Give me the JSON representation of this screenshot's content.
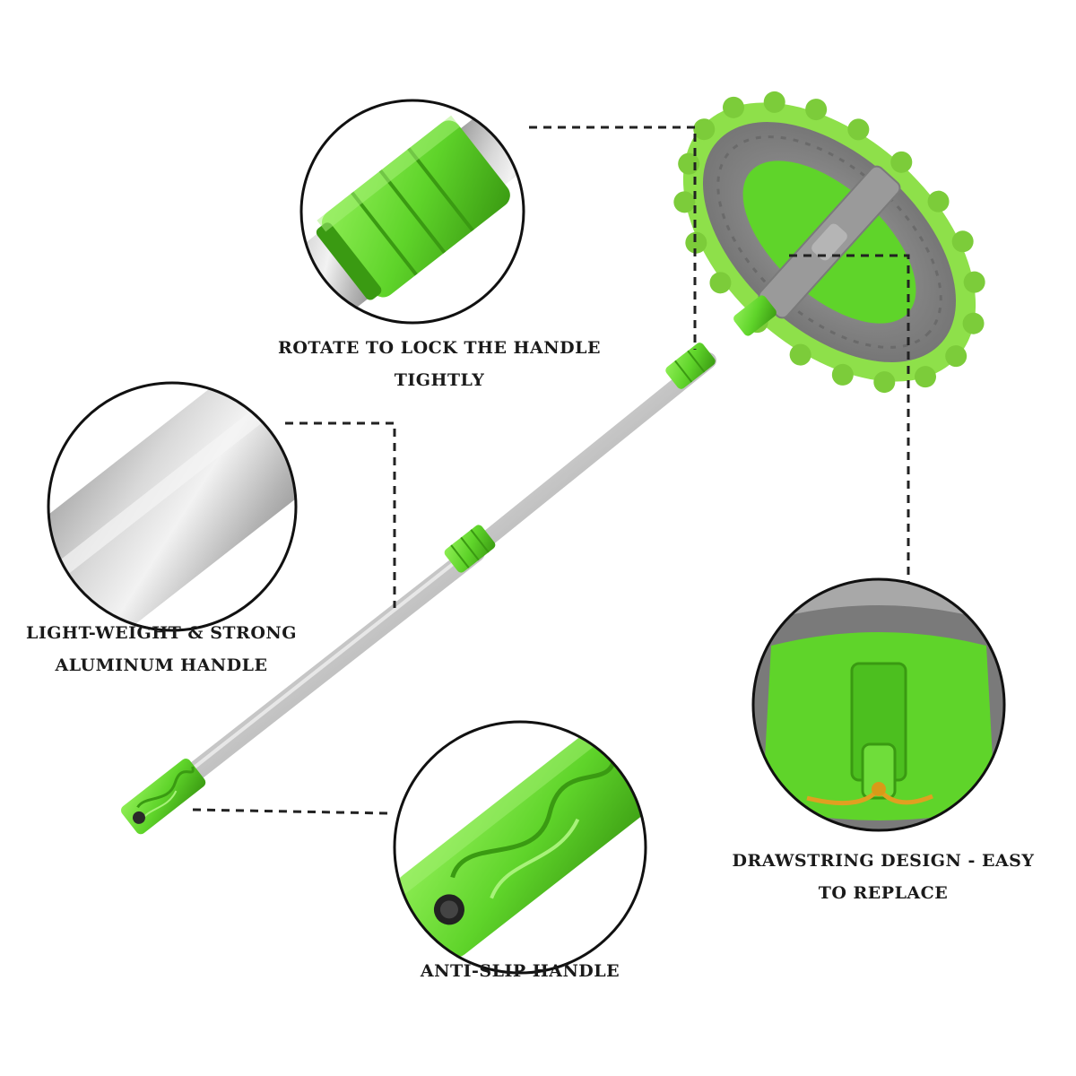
{
  "features": {
    "lock": {
      "line1": "ROTATE TO LOCK THE HANDLE",
      "line2": "TIGHTLY"
    },
    "aluminum": {
      "line1": "LIGHT-WEIGHT & STRONG",
      "line2": "ALUMINUM HANDLE"
    },
    "drawstring": {
      "line1": "DRAWSTRING DESIGN - EASY",
      "line2": "TO REPLACE"
    },
    "grip": {
      "line1": "ANTI-SLIP HANDLE"
    }
  },
  "colors": {
    "accent_green": "#5fd42a",
    "dark_green": "#3a9a12",
    "chenille_green": "#8ee04a",
    "pad_grey": "#8a8a8a",
    "metal": "#c4c4c4",
    "text": "#1a1a1a"
  }
}
